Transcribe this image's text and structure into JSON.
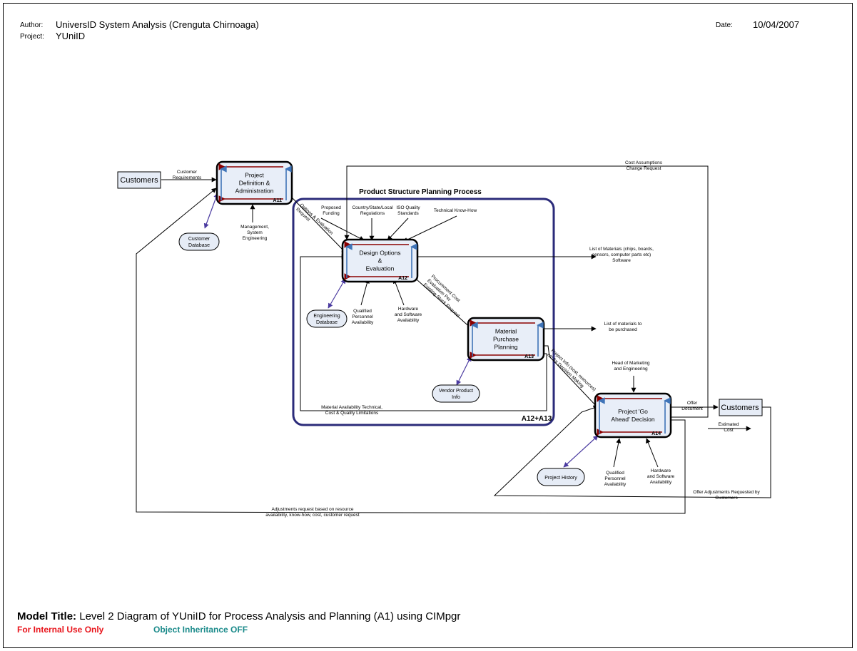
{
  "header": {
    "author_label": "Author:",
    "author": "UniversID System Analysis (Crenguta Chirnoaga)",
    "project_label": "Project:",
    "project": "YUniID",
    "date_label": "Date:",
    "date": "10/04/2007"
  },
  "footer": {
    "model_title_label": "Model Title:",
    "model_title": "Level 2 Diagram of YUniID for Process Analysis and Planning (A1) using CIMpgr",
    "internal_note": "For Internal Use Only",
    "inheritance_note": "Object Inheritance OFF",
    "internal_color": "#e8141b",
    "inheritance_color": "#1a8a8a"
  },
  "diagram": {
    "group_title": "Product Structure Planning Process",
    "group_label": "A12+A13",
    "processes": {
      "a11": {
        "lines": [
          "Project",
          "Definition &",
          "Administration"
        ],
        "code": "A11"
      },
      "a12": {
        "lines": [
          "Design Options",
          "&",
          "Evaluation"
        ],
        "code": "A12"
      },
      "a13": {
        "lines": [
          "Material",
          "Purchase",
          "Planning"
        ],
        "code": "A13"
      },
      "a14": {
        "lines": [
          "Project 'Go",
          "Ahead' Decision"
        ],
        "code": "A14"
      }
    },
    "externals": {
      "customers_left": "Customers",
      "customers_right": "Customers"
    },
    "stores": {
      "customer_db": [
        "Customer",
        "Database"
      ],
      "engineering_db": [
        "Engineering",
        "Database"
      ],
      "vendor_info": [
        "Vendor Product",
        "Info"
      ],
      "project_history": [
        "Project History"
      ]
    },
    "flows": {
      "customer_requirements": [
        "Customer",
        "Requirements"
      ],
      "management": [
        "Management,",
        "System",
        "Engineering"
      ],
      "options_request": [
        "Options & Evaluation",
        "Request"
      ],
      "proposed_funding": [
        "Proposed",
        "Funding"
      ],
      "regulations": [
        "Country/State/Local",
        "Regulations"
      ],
      "iso": [
        "ISO Quality",
        "Standards"
      ],
      "know_how": [
        "Technical Know-How"
      ],
      "cost_assumptions": [
        "Cost Assumptions",
        "Change Request"
      ],
      "list_materials": [
        "List of Materials (chips, boards,",
        "sensors, computer parts etc)",
        "Software"
      ],
      "qualified_personnel_12": [
        "Qualified",
        "Personnel",
        "Availability"
      ],
      "hw_sw_12": [
        "Hardware",
        "and Software",
        "Availability"
      ],
      "procurement": [
        "Procurement Cost",
        "Evaluation Per",
        "Existing Stock Request"
      ],
      "list_purchase": [
        "List of materials to",
        "be purchased"
      ],
      "project_info": [
        "Project Info (cost, resources)",
        "etc for Decision Making"
      ],
      "head_marketing": [
        "Head of Marketing",
        "and Engineering"
      ],
      "material_limits": [
        "Material Availability Technical,",
        "Cost & Quality Limitations"
      ],
      "offer_document": [
        "Offer",
        "Document"
      ],
      "estimated_cost": [
        "Estimated",
        "Cost"
      ],
      "qualified_personnel_14": [
        "Qualified",
        "Personnel",
        "Availability"
      ],
      "hw_sw_14": [
        "Hardware",
        "and Software",
        "Availability"
      ],
      "offer_adjustments": [
        "Offer Adjustments Requested by",
        "Customers"
      ],
      "adjustments_request": [
        "Adjustments request based on resource",
        "availability, know-how, cost, customer request"
      ]
    }
  },
  "colors": {
    "group_border": "#2b2b7a",
    "process_fill": "#e8eef8",
    "ext_fill": "#e6ecf6",
    "store_fill": "#e6ecf6",
    "arrow_dark_red": "#8b0000",
    "arrow_blue": "#3f74b8",
    "assoc_purple": "#4a3aa0"
  }
}
